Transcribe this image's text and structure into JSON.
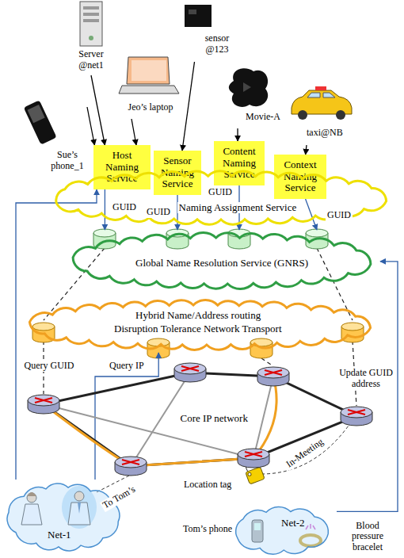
{
  "diagram": {
    "nodes": [
      {
        "text": [
          "Sue’s phone_1"
        ]
      },
      {
        "text": [
          "Server @net1"
        ]
      },
      {
        "text": [
          "Jeo’s laptop"
        ]
      },
      {
        "text": [
          "sensor @123"
        ]
      },
      {
        "text": [
          "Movie-A"
        ]
      },
      {
        "text": [
          "taxi@NB"
        ]
      },
      {
        "text": [
          "Host Naming Service"
        ]
      },
      {
        "text": [
          "Sensor Naming Service"
        ]
      },
      {
        "text": [
          "Content Naming Service"
        ]
      },
      {
        "text": [
          "Context Naming Service"
        ]
      },
      {
        "text": [
          "Naming Assignment Service"
        ]
      },
      {
        "text": [
          "Global Name Resolution Service (GNRS)"
        ]
      },
      {
        "text": [
          "Hybrid Name/Address routing",
          "Disruption Tolerance Network Transport"
        ]
      },
      {
        "text": [
          "Core IP network"
        ]
      },
      {
        "text": [
          "Net-1"
        ]
      },
      {
        "text": [
          "Net-2"
        ]
      }
    ],
    "edges": [
      {
        "from": 0,
        "to": 6,
        "arrow": "to"
      },
      {
        "from": 1,
        "to": 6,
        "arrow": "to"
      },
      {
        "from": 2,
        "to": 6,
        "arrow": "to"
      },
      {
        "from": 3,
        "to": 7,
        "arrow": "to"
      },
      {
        "from": 4,
        "to": 8,
        "arrow": "to"
      },
      {
        "from": 5,
        "to": 9,
        "arrow": "to"
      },
      {
        "from": 6,
        "to": 11,
        "label": "GUID",
        "arrow": "to"
      },
      {
        "from": 7,
        "to": 11,
        "label": "GUID",
        "arrow": "to"
      },
      {
        "from": 8,
        "to": 11,
        "label": "GUID",
        "arrow": "to"
      },
      {
        "from": 9,
        "to": 11,
        "label": "GUID",
        "arrow": "to"
      },
      {
        "from": 14,
        "to": 6,
        "label": "Query GUID",
        "arrow": "to"
      },
      {
        "from": 14,
        "to": 12,
        "label": "Query IP",
        "arrow": "to"
      },
      {
        "from": 15,
        "to": 11,
        "label": "Update GUID address",
        "arrow": "to"
      }
    ],
    "labels": [
      "To Tom’s",
      "In-Meeting",
      "Location tag",
      "Tom’s phone",
      "Blood pressure bracelet"
    ]
  }
}
